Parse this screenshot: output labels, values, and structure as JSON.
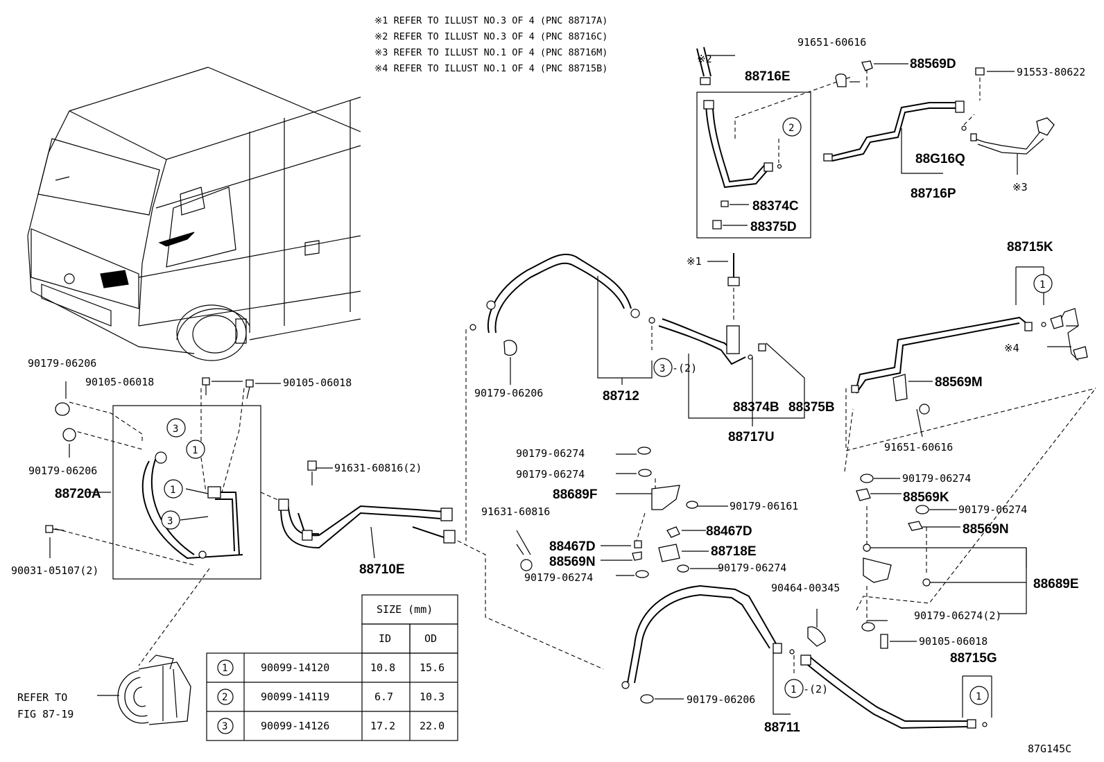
{
  "notes": [
    "※1 REFER TO ILLUST NO.3 OF 4 (PNC 88717A)",
    "※2 REFER TO ILLUST NO.3 OF 4 (PNC 88716C)",
    "※3 REFER TO ILLUST NO.1 OF 4 (PNC 88716M)",
    "※4 REFER TO ILLUST NO.1 OF 4 (PNC 88715B)"
  ],
  "ref_marks": {
    "m1": "※1",
    "m2": "※2",
    "m3": "※3",
    "m4": "※4"
  },
  "labels": {
    "l91651_a": "91651-60616",
    "l88569D": "88569D",
    "l91553": "91553-80622",
    "l88716E": "88716E",
    "l88G16Q": "88G16Q",
    "l88716P": "88716P",
    "l88374C": "88374C",
    "l88375D": "88375D",
    "l88715K": "88715K",
    "l90179_06206_a": "90179-06206",
    "l90105_a": "90105-06018",
    "l90105_b": "90105-06018",
    "l90179_06206_b": "90179-06206",
    "l88720A": "88720A",
    "l90031": "90031-05107(2)",
    "l91631_2": "91631-60816(2)",
    "l88710E": "88710E",
    "l90179_06206_c": "90179-06206",
    "l88712": "88712",
    "q3_2": "-(2)",
    "l88374B": "88374B",
    "l88375B": "88375B",
    "l88717U": "88717U",
    "l88569M": "88569M",
    "l91651_b": "91651-60616",
    "l90179_06274_a": "90179-06274",
    "l90179_06274_b": "90179-06274",
    "l88689F": "88689F",
    "l90179_06161": "90179-06161",
    "l91631": "91631-60816",
    "l88467D_a": "88467D",
    "l88467D_b": "88467D",
    "l88718E": "88718E",
    "l88569N_a": "88569N",
    "l90179_06274_c": "90179-06274",
    "l90179_06274_d": "90179-06274",
    "l90179_06274_e": "90179-06274",
    "l88569K": "88569K",
    "l90179_06274_f": "90179-06274",
    "l88569N_b": "88569N",
    "l88689E": "88689E",
    "l90464": "90464-00345",
    "l90179_06274_2": "90179-06274(2)",
    "l90105_c": "90105-06018",
    "l88715G": "88715G",
    "l90179_06206_d": "90179-06206",
    "q1_2": "-(2)",
    "l88711": "88711",
    "refer": "REFER TO",
    "fig": "FIG 87-19",
    "code": "87G145C"
  },
  "circle_numbers": {
    "one": "1",
    "two": "2",
    "three": "3"
  },
  "oring_table": {
    "size_header": "SIZE (mm)",
    "col_id": "ID",
    "col_od": "OD",
    "rows": [
      {
        "no": "1",
        "part": "90099-14120",
        "id": "10.8",
        "od": "15.6"
      },
      {
        "no": "2",
        "part": "90099-14119",
        "id": "6.7",
        "od": "10.3"
      },
      {
        "no": "3",
        "part": "90099-14126",
        "id": "17.2",
        "od": "22.0"
      }
    ]
  }
}
